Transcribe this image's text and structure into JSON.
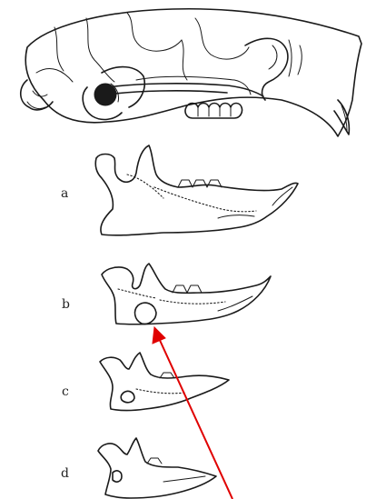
{
  "labels": {
    "a": "a",
    "b": "b",
    "c": "c",
    "d": "d"
  },
  "colors": {
    "line": "#1a1a1a",
    "arrow": "#e00000",
    "background": "#ffffff"
  }
}
